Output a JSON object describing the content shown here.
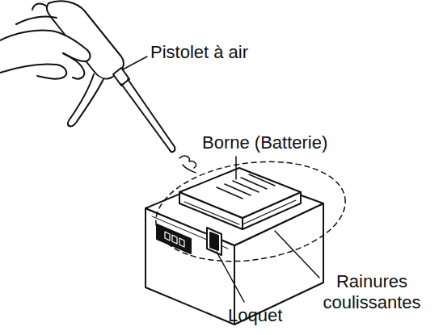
{
  "diagram": {
    "labels": [
      "Pistolet à air",
      "Borne (Batterie)",
      "Rainures coulissantes",
      "Loquet"
    ]
  }
}
